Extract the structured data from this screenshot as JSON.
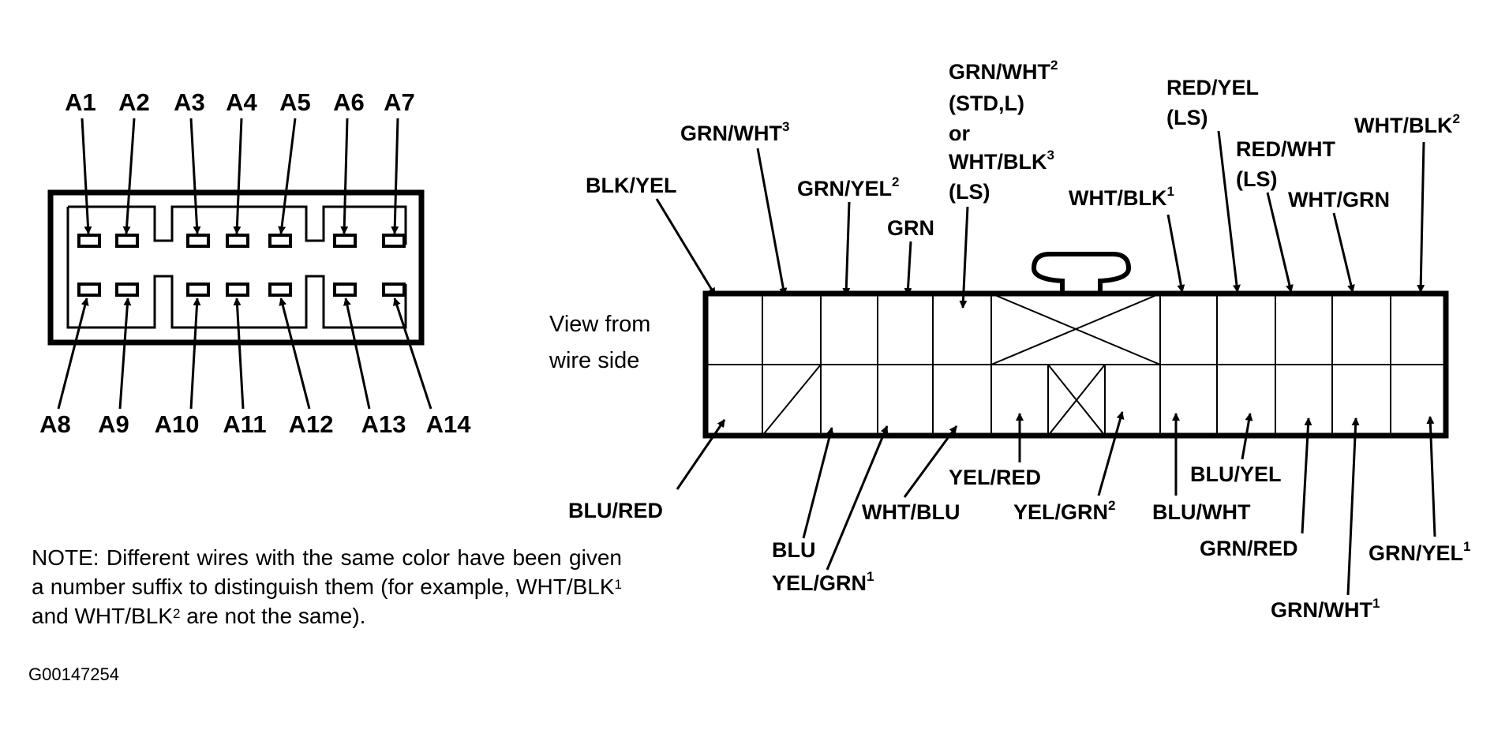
{
  "left_connector": {
    "top_pins": [
      "A1",
      "A2",
      "A3",
      "A4",
      "A5",
      "A6",
      "A7"
    ],
    "bottom_pins": [
      "A8",
      "A9",
      "A10",
      "A11",
      "A12",
      "A13",
      "A14"
    ]
  },
  "right_connector": {
    "view_label": [
      "View from",
      "wire side"
    ],
    "top_wires": [
      {
        "text": "BLK/YEL",
        "sup": ""
      },
      {
        "text": "GRN/WHT",
        "sup": "3"
      },
      {
        "text": "GRN/YEL",
        "sup": "2"
      },
      {
        "text": "GRN",
        "sup": ""
      },
      {
        "text": "WHT/BLK",
        "sup": "1"
      },
      {
        "text": "RED/WHT",
        "sup": ""
      },
      {
        "text": "WHT/GRN",
        "sup": ""
      },
      {
        "text": "WHT/BLK",
        "sup": "2"
      }
    ],
    "multi_labels": {
      "grn_wht2": [
        "GRN/WHT",
        "2",
        "(STD,L)",
        "or",
        "WHT/BLK",
        "3",
        "(LS)"
      ],
      "red_yel": [
        "RED/YEL",
        "(LS)"
      ],
      "red_wht_ls": "(LS)"
    },
    "bottom_wires": [
      {
        "text": "BLU/RED",
        "sup": ""
      },
      {
        "text": "BLU",
        "sup": ""
      },
      {
        "text": "YEL/GRN",
        "sup": "1"
      },
      {
        "text": "WHT/BLU",
        "sup": ""
      },
      {
        "text": "YEL/RED",
        "sup": ""
      },
      {
        "text": "YEL/GRN",
        "sup": "2"
      },
      {
        "text": "BLU/WHT",
        "sup": ""
      },
      {
        "text": "BLU/YEL",
        "sup": ""
      },
      {
        "text": "GRN/RED",
        "sup": ""
      },
      {
        "text": "GRN/WHT",
        "sup": "1"
      },
      {
        "text": "GRN/YEL",
        "sup": "1"
      }
    ]
  },
  "note": {
    "part1": "NOTE: Different wires with the same color have been given a number suffix to distinguish them (for example, WHT/BLK",
    "sup1": "1",
    "part2": " and WHT/BLK",
    "sup2": "2",
    "part3": " are not the same)."
  },
  "figure_code": "G00147254"
}
